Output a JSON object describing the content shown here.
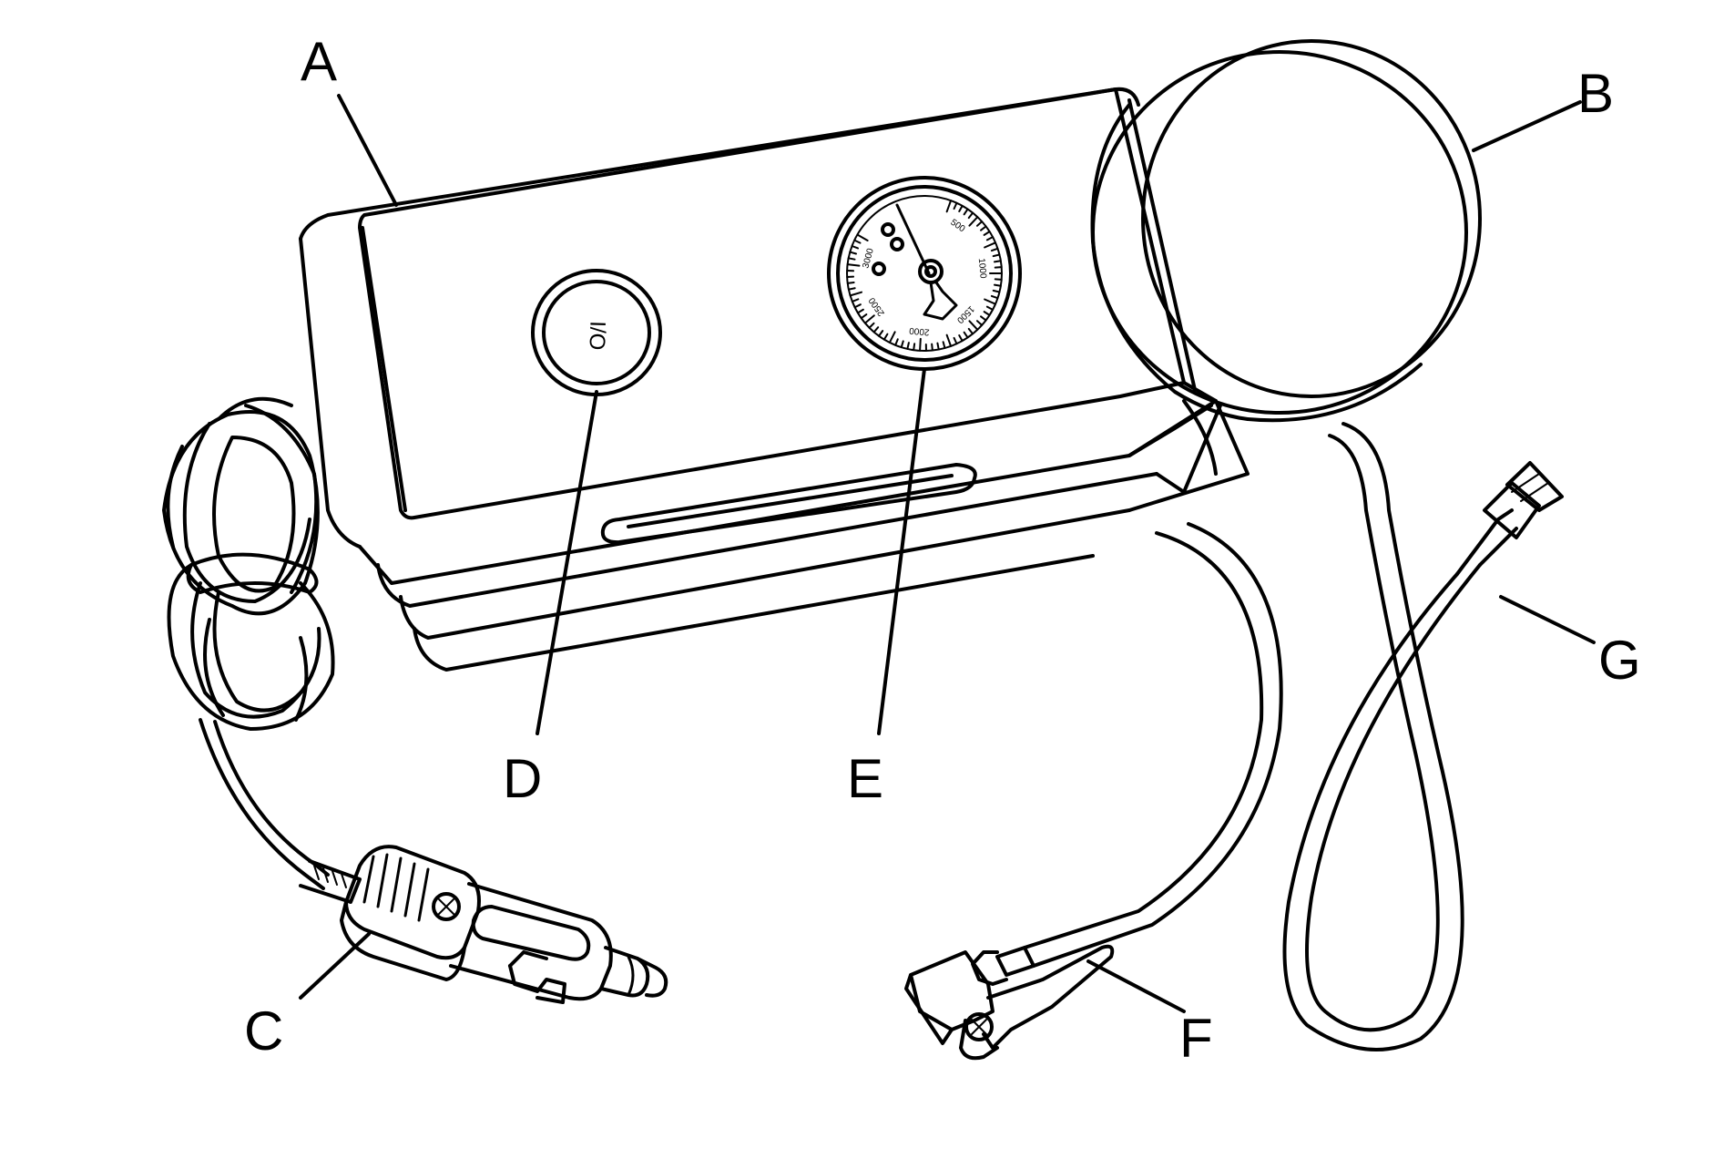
{
  "colors": {
    "line": "#000000",
    "background": "#ffffff"
  },
  "callouts": {
    "a": "A",
    "b": "B",
    "c": "C",
    "d": "D",
    "e": "E",
    "f": "F",
    "g": "G"
  },
  "power_switch": {
    "label": "I/O"
  },
  "gauge": {
    "tick_labels": [
      "500",
      "1000",
      "1500",
      "2000",
      "2500",
      "3000"
    ]
  }
}
